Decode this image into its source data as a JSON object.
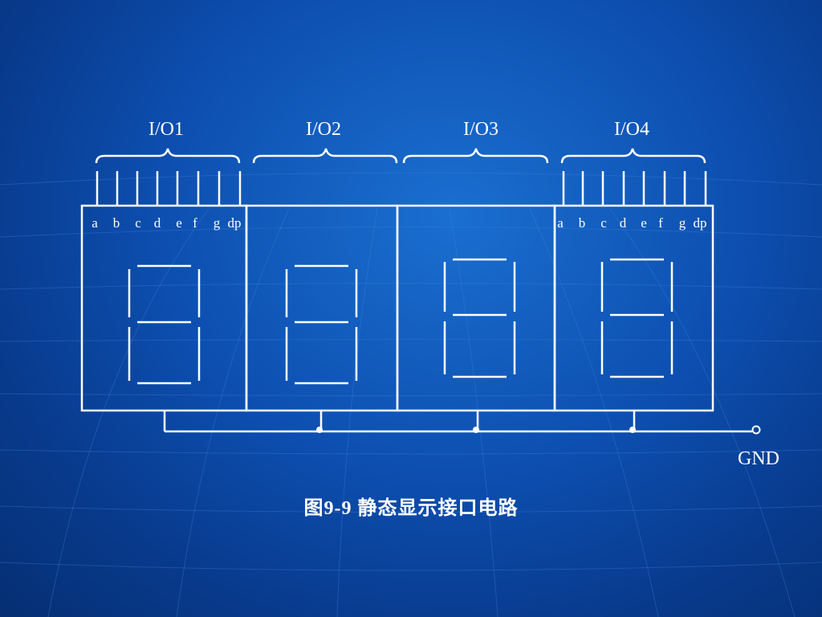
{
  "ports": [
    {
      "label": "I/O1",
      "pins": [
        "a",
        "b",
        "c",
        "d",
        "e",
        "f",
        "g",
        "dp"
      ]
    },
    {
      "label": "I/O2",
      "pins": []
    },
    {
      "label": "I/O3",
      "pins": []
    },
    {
      "label": "I/O4",
      "pins": [
        "a",
        "b",
        "c",
        "d",
        "e",
        "f",
        "g",
        "dp"
      ]
    }
  ],
  "gnd_label": "GND",
  "caption": "图9-9   静态显示接口电路",
  "colors": {
    "line": "#ffffff",
    "background": "#0d4fb0"
  }
}
